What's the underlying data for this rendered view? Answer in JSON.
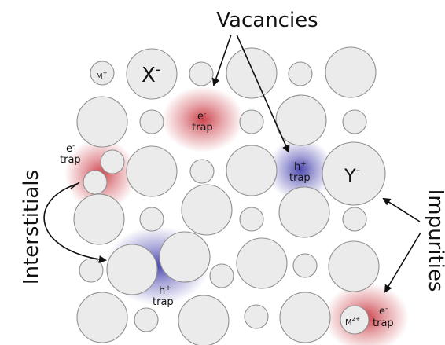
{
  "headings": {
    "vacancies": "Vacancies",
    "interstitials": "Interstitials",
    "impurities": "Impurities"
  },
  "ions": {
    "metal": "M",
    "metal_charge": "+",
    "anion": "X",
    "anion_charge": "-",
    "impurity_anion": "Y",
    "impurity_anion_charge": "-",
    "impurity_metal": "M",
    "impurity_metal_charge": "2+"
  },
  "traps": {
    "vacancy_electron": {
      "carrier": "e",
      "charge": "-",
      "word": "trap"
    },
    "vacancy_hole": {
      "carrier": "h",
      "charge": "+",
      "word": "trap"
    },
    "interstitial_electron": {
      "carrier": "e",
      "charge": "-",
      "word": "trap"
    },
    "interstitial_hole": {
      "carrier": "h",
      "charge": "+",
      "word": "trap"
    },
    "impurity_electron": {
      "carrier": "e",
      "charge": "-",
      "word": "trap"
    }
  },
  "colors": {
    "atom_fill": "#ebebeb",
    "atom_stroke": "#8f8f8f",
    "electron_trap_glow": "#c8303a",
    "hole_trap_glow": "#3a36a8",
    "text": "#111111"
  }
}
